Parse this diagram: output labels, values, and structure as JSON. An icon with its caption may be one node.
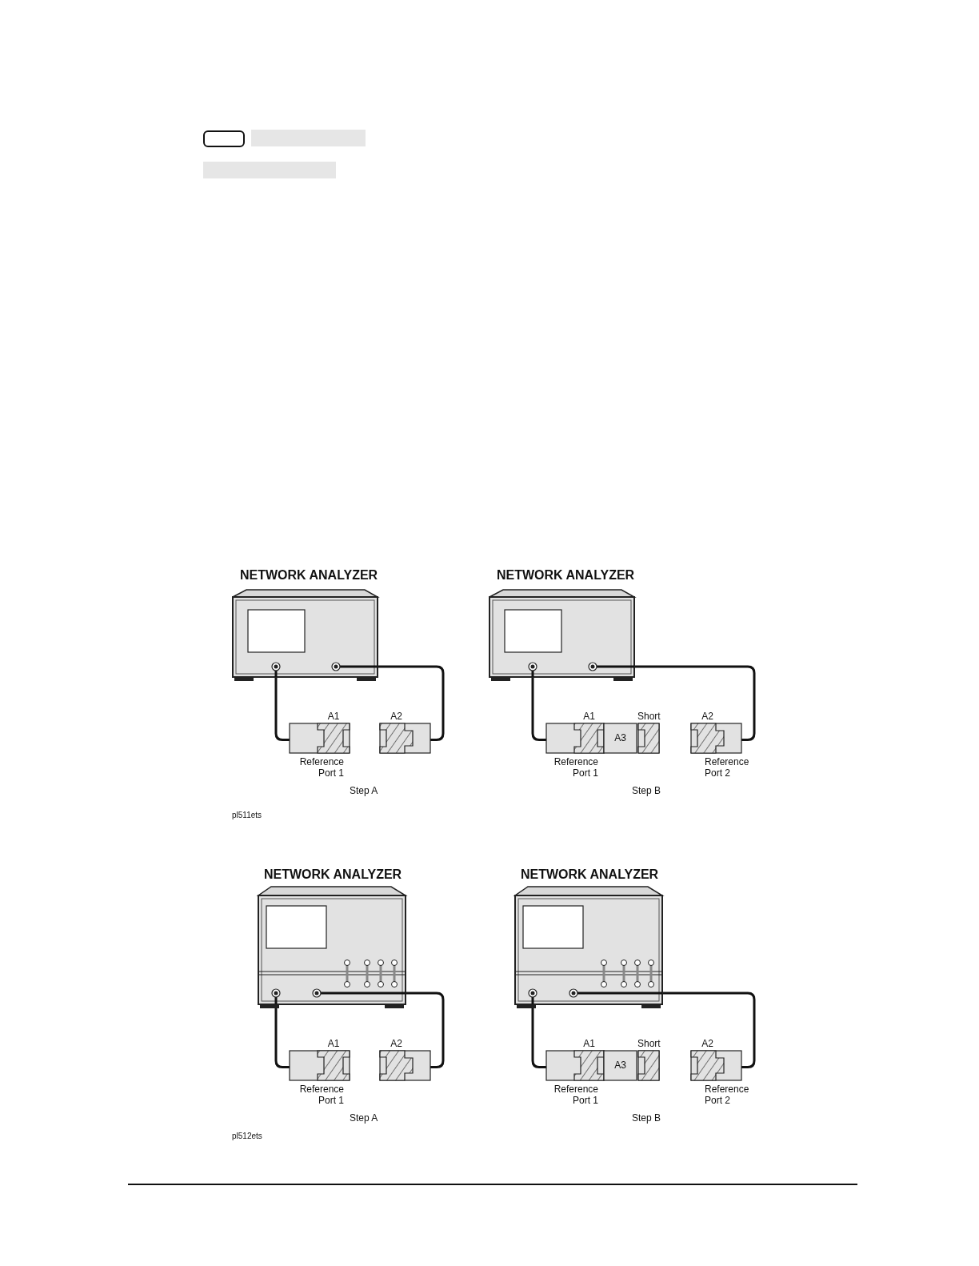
{
  "diagram": {
    "nodes": [
      {
        "text": [
          "NETWORK ANALYZER"
        ]
      },
      {
        "text": [
          "A1"
        ],
        "beside": [
          "Reference Port 1"
        ]
      },
      {
        "text": [
          "A2"
        ]
      },
      {
        "text": [
          "NETWORK ANALYZER"
        ]
      },
      {
        "text": [
          "A1"
        ],
        "beside": [
          "Reference Port 1"
        ]
      },
      {
        "text": [
          "A3"
        ]
      },
      {
        "text": [
          "Short"
        ]
      },
      {
        "text": [
          "A2"
        ],
        "beside": [
          "Reference Port 2"
        ]
      },
      {
        "text": [
          "NETWORK ANALYZER"
        ]
      },
      {
        "text": [
          "A1"
        ],
        "beside": [
          "Reference Port 1"
        ]
      },
      {
        "text": [
          "A2"
        ]
      },
      {
        "text": [
          "NETWORK ANALYZER"
        ]
      },
      {
        "text": [
          "A1"
        ],
        "beside": [
          "Reference Port 1"
        ]
      },
      {
        "text": [
          "A3"
        ]
      },
      {
        "text": [
          "Short"
        ]
      },
      {
        "text": [
          "A2"
        ],
        "beside": [
          "Reference Port 2"
        ]
      }
    ],
    "edges": [
      {
        "from": 0,
        "to": 1,
        "arrow": "none"
      },
      {
        "from": 0,
        "to": 2,
        "arrow": "none"
      },
      {
        "from": 3,
        "to": 4,
        "arrow": "none"
      },
      {
        "from": 3,
        "to": 7,
        "arrow": "none"
      },
      {
        "from": 8,
        "to": 9,
        "arrow": "none"
      },
      {
        "from": 8,
        "to": 10,
        "arrow": "none"
      },
      {
        "from": 11,
        "to": 12,
        "arrow": "none"
      },
      {
        "from": 11,
        "to": 15,
        "arrow": "none"
      }
    ],
    "labels": [
      "Step A",
      "Step B",
      "pl511ets",
      "Step A",
      "Step B",
      "pl512ets"
    ]
  }
}
